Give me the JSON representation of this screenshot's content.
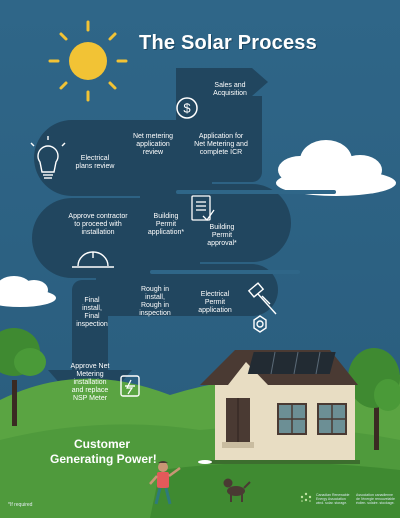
{
  "title": "The Solar Process",
  "steps": [
    {
      "id": "sales",
      "text": "Sales and\nAcquisition"
    },
    {
      "id": "app-net",
      "text": "Application for\nNet Metering and\ncomplete ICR"
    },
    {
      "id": "net-review",
      "text": "Net metering\napplication\nreview"
    },
    {
      "id": "elec-plans",
      "text": "Electrical\nplans review"
    },
    {
      "id": "approve-contractor",
      "text": "Approve contractor\nto proceed with\ninstallation"
    },
    {
      "id": "building-app",
      "text": "Building\nPermit\napplication*"
    },
    {
      "id": "building-approval",
      "text": "Building\nPermit\napproval*"
    },
    {
      "id": "elec-permit",
      "text": "Electrical\nPermit\napplication"
    },
    {
      "id": "rough-in",
      "text": "Rough in\ninstall,\nRough in\ninspection"
    },
    {
      "id": "final-install",
      "text": "Final\ninstall,\nFinal\ninspection"
    },
    {
      "id": "approve-net",
      "text": "Approve Net\nMetering\ninstallation\nand replace\nNSP Meter"
    }
  ],
  "final_text": "Customer\nGenerating Power!",
  "note": "*If required",
  "logo_en": "Canadian Renewable\nEnergy Association\nwind. solar. storage.",
  "logo_fr": "Association canadienne\nde l'énergie renouvelable\néolien. solaire. stockage.",
  "colors": {
    "background": "#2f6688",
    "path": "#21465f",
    "sun": "#f2c335",
    "grass": "#4f9a3c",
    "title_shadow": "#1d4660"
  },
  "icons": [
    "sun-icon",
    "dollar-icon",
    "lightbulb-icon",
    "document-icon",
    "hardhat-icon",
    "screw-icon",
    "nut-icon",
    "meter-icon",
    "cloud-icon",
    "tree-icon",
    "house-icon",
    "person-icon",
    "dog-icon",
    "frisbee-icon"
  ]
}
